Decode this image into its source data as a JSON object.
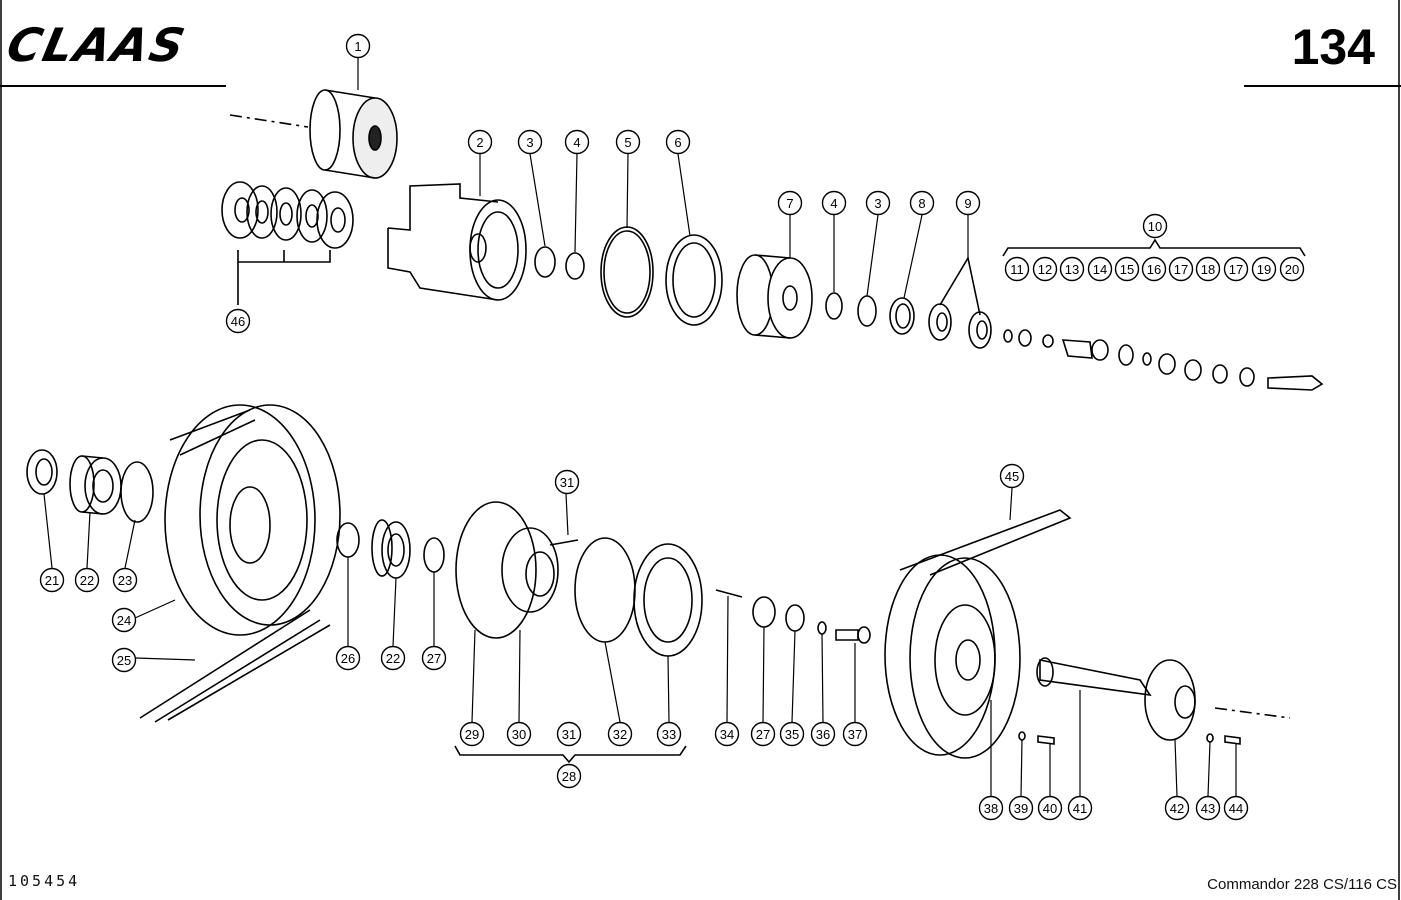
{
  "header": {
    "brand": "CLAAS",
    "page_number": "134"
  },
  "footer": {
    "document_id": "105454",
    "model": "Commandor 228 CS/116 CS"
  },
  "callouts": [
    "1",
    "2",
    "3",
    "4",
    "5",
    "6",
    "7",
    "4",
    "3",
    "8",
    "9",
    "10",
    "11",
    "12",
    "13",
    "14",
    "15",
    "16",
    "17",
    "18",
    "17",
    "19",
    "20",
    "46",
    "21",
    "22",
    "23",
    "24",
    "25",
    "26",
    "22",
    "27",
    "31",
    "29",
    "30",
    "31",
    "32",
    "33",
    "28",
    "34",
    "27",
    "35",
    "36",
    "37",
    "45",
    "38",
    "39",
    "40",
    "41",
    "42",
    "43",
    "44"
  ]
}
